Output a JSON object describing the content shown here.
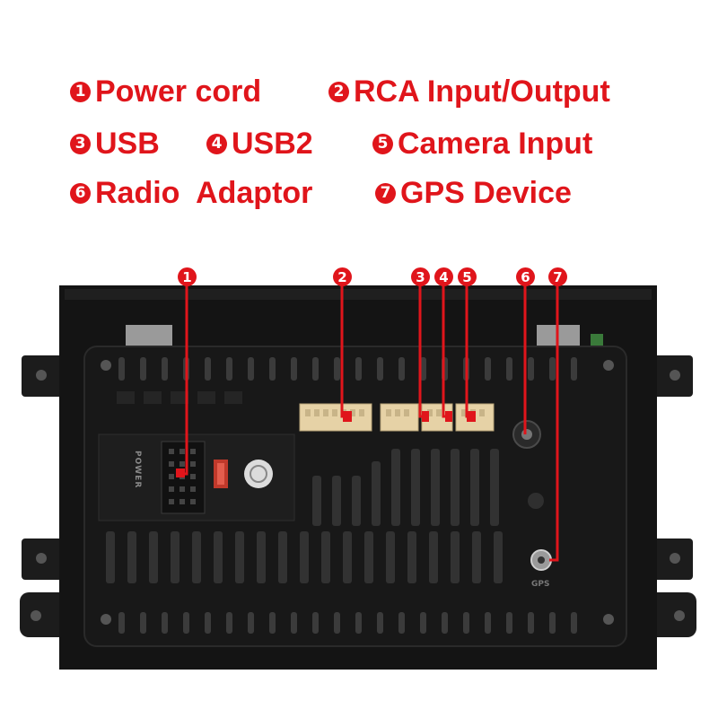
{
  "legend": [
    {
      "number": "1",
      "label": "Power cord"
    },
    {
      "number": "2",
      "label": "RCA Input/Output"
    },
    {
      "number": "3",
      "label": "USB"
    },
    {
      "number": "4",
      "label": "USB2"
    },
    {
      "number": "5",
      "label": "Camera Input"
    },
    {
      "number": "6",
      "label": "Radio  Adaptor"
    },
    {
      "number": "7",
      "label": "GPS Device"
    }
  ],
  "callouts": [
    "1",
    "2",
    "3",
    "4",
    "5",
    "6",
    "7"
  ],
  "device_labels": {
    "power": "POWER",
    "gps": "GPS"
  },
  "colors": {
    "accent": "#e0151b",
    "housing": "#161616",
    "connector": "#e6d2a6"
  }
}
